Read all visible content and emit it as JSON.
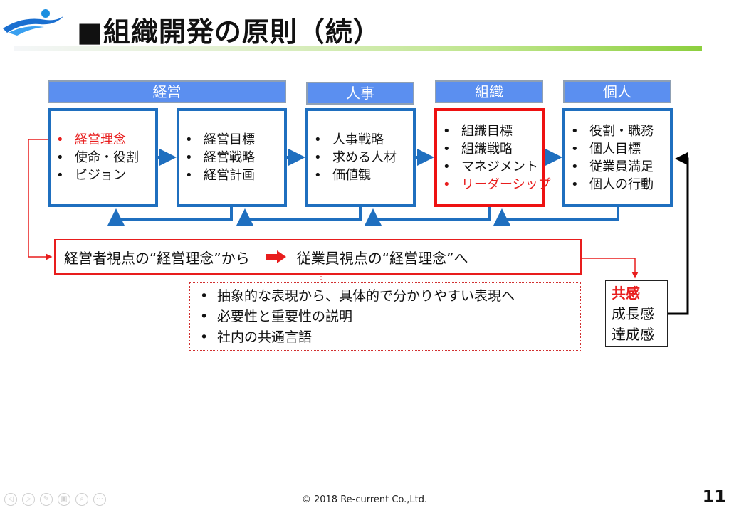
{
  "slide": {
    "title": "■組織開発の原則（続）",
    "logo": "company-logo",
    "columns": [
      {
        "header": "経営",
        "boxes": [
          {
            "items": [
              {
                "text": "経営理念",
                "highlight": true
              },
              {
                "text": "使命・役割",
                "highlight": false
              },
              {
                "text": "ビジョン",
                "highlight": false
              }
            ]
          },
          {
            "items": [
              {
                "text": "経営目標",
                "highlight": false
              },
              {
                "text": "経営戦略",
                "highlight": false
              },
              {
                "text": "経営計画",
                "highlight": false
              }
            ]
          }
        ]
      },
      {
        "header": "人事",
        "boxes": [
          {
            "items": [
              {
                "text": "人事戦略",
                "highlight": false
              },
              {
                "text": "求める人材",
                "highlight": false
              },
              {
                "text": "価値観",
                "highlight": false
              }
            ]
          }
        ]
      },
      {
        "header": "組織",
        "boxes": [
          {
            "items": [
              {
                "text": "組織目標",
                "highlight": false
              },
              {
                "text": "組織戦略",
                "highlight": false
              },
              {
                "text": "マネジメント",
                "highlight": false
              },
              {
                "text": "リーダーシップ",
                "highlight": true
              }
            ]
          }
        ]
      },
      {
        "header": "個人",
        "boxes": [
          {
            "items": [
              {
                "text": "役割・職務",
                "highlight": false
              },
              {
                "text": "個人目標",
                "highlight": false
              },
              {
                "text": "従業員満足",
                "highlight": false
              },
              {
                "text": "個人の行動",
                "highlight": false
              }
            ]
          }
        ]
      }
    ],
    "banner": {
      "from_text": "経営者視点の“経営理念”から",
      "arrow_icon": "right-arrow-icon",
      "to_text": "従業員視点の“経営理念”へ"
    },
    "notes": [
      "抽象的な表現から、具体的で分かりやすい表現へ",
      "必要性と重要性の説明",
      "社内の共通言語"
    ],
    "feelings": {
      "highlight": "共感",
      "items": [
        "成長感",
        "達成感"
      ]
    }
  },
  "footer": {
    "copyright": "© 2018 Re-current Co.,Ltd.",
    "page_number": "11",
    "controls": [
      {
        "icon": "previous-icon",
        "glyph": "◁"
      },
      {
        "icon": "next-icon",
        "glyph": "▷"
      },
      {
        "icon": "pen-icon",
        "glyph": "✎"
      },
      {
        "icon": "slides-icon",
        "glyph": "▣"
      },
      {
        "icon": "zoom-icon",
        "glyph": "⌕"
      },
      {
        "icon": "more-icon",
        "glyph": "⋯"
      }
    ]
  },
  "colors": {
    "header_bg": "#5b8ff0",
    "box_border": "#1f6fbf",
    "highlight": "#e81d1d",
    "title_bar_accent": "#8ccf3e"
  }
}
